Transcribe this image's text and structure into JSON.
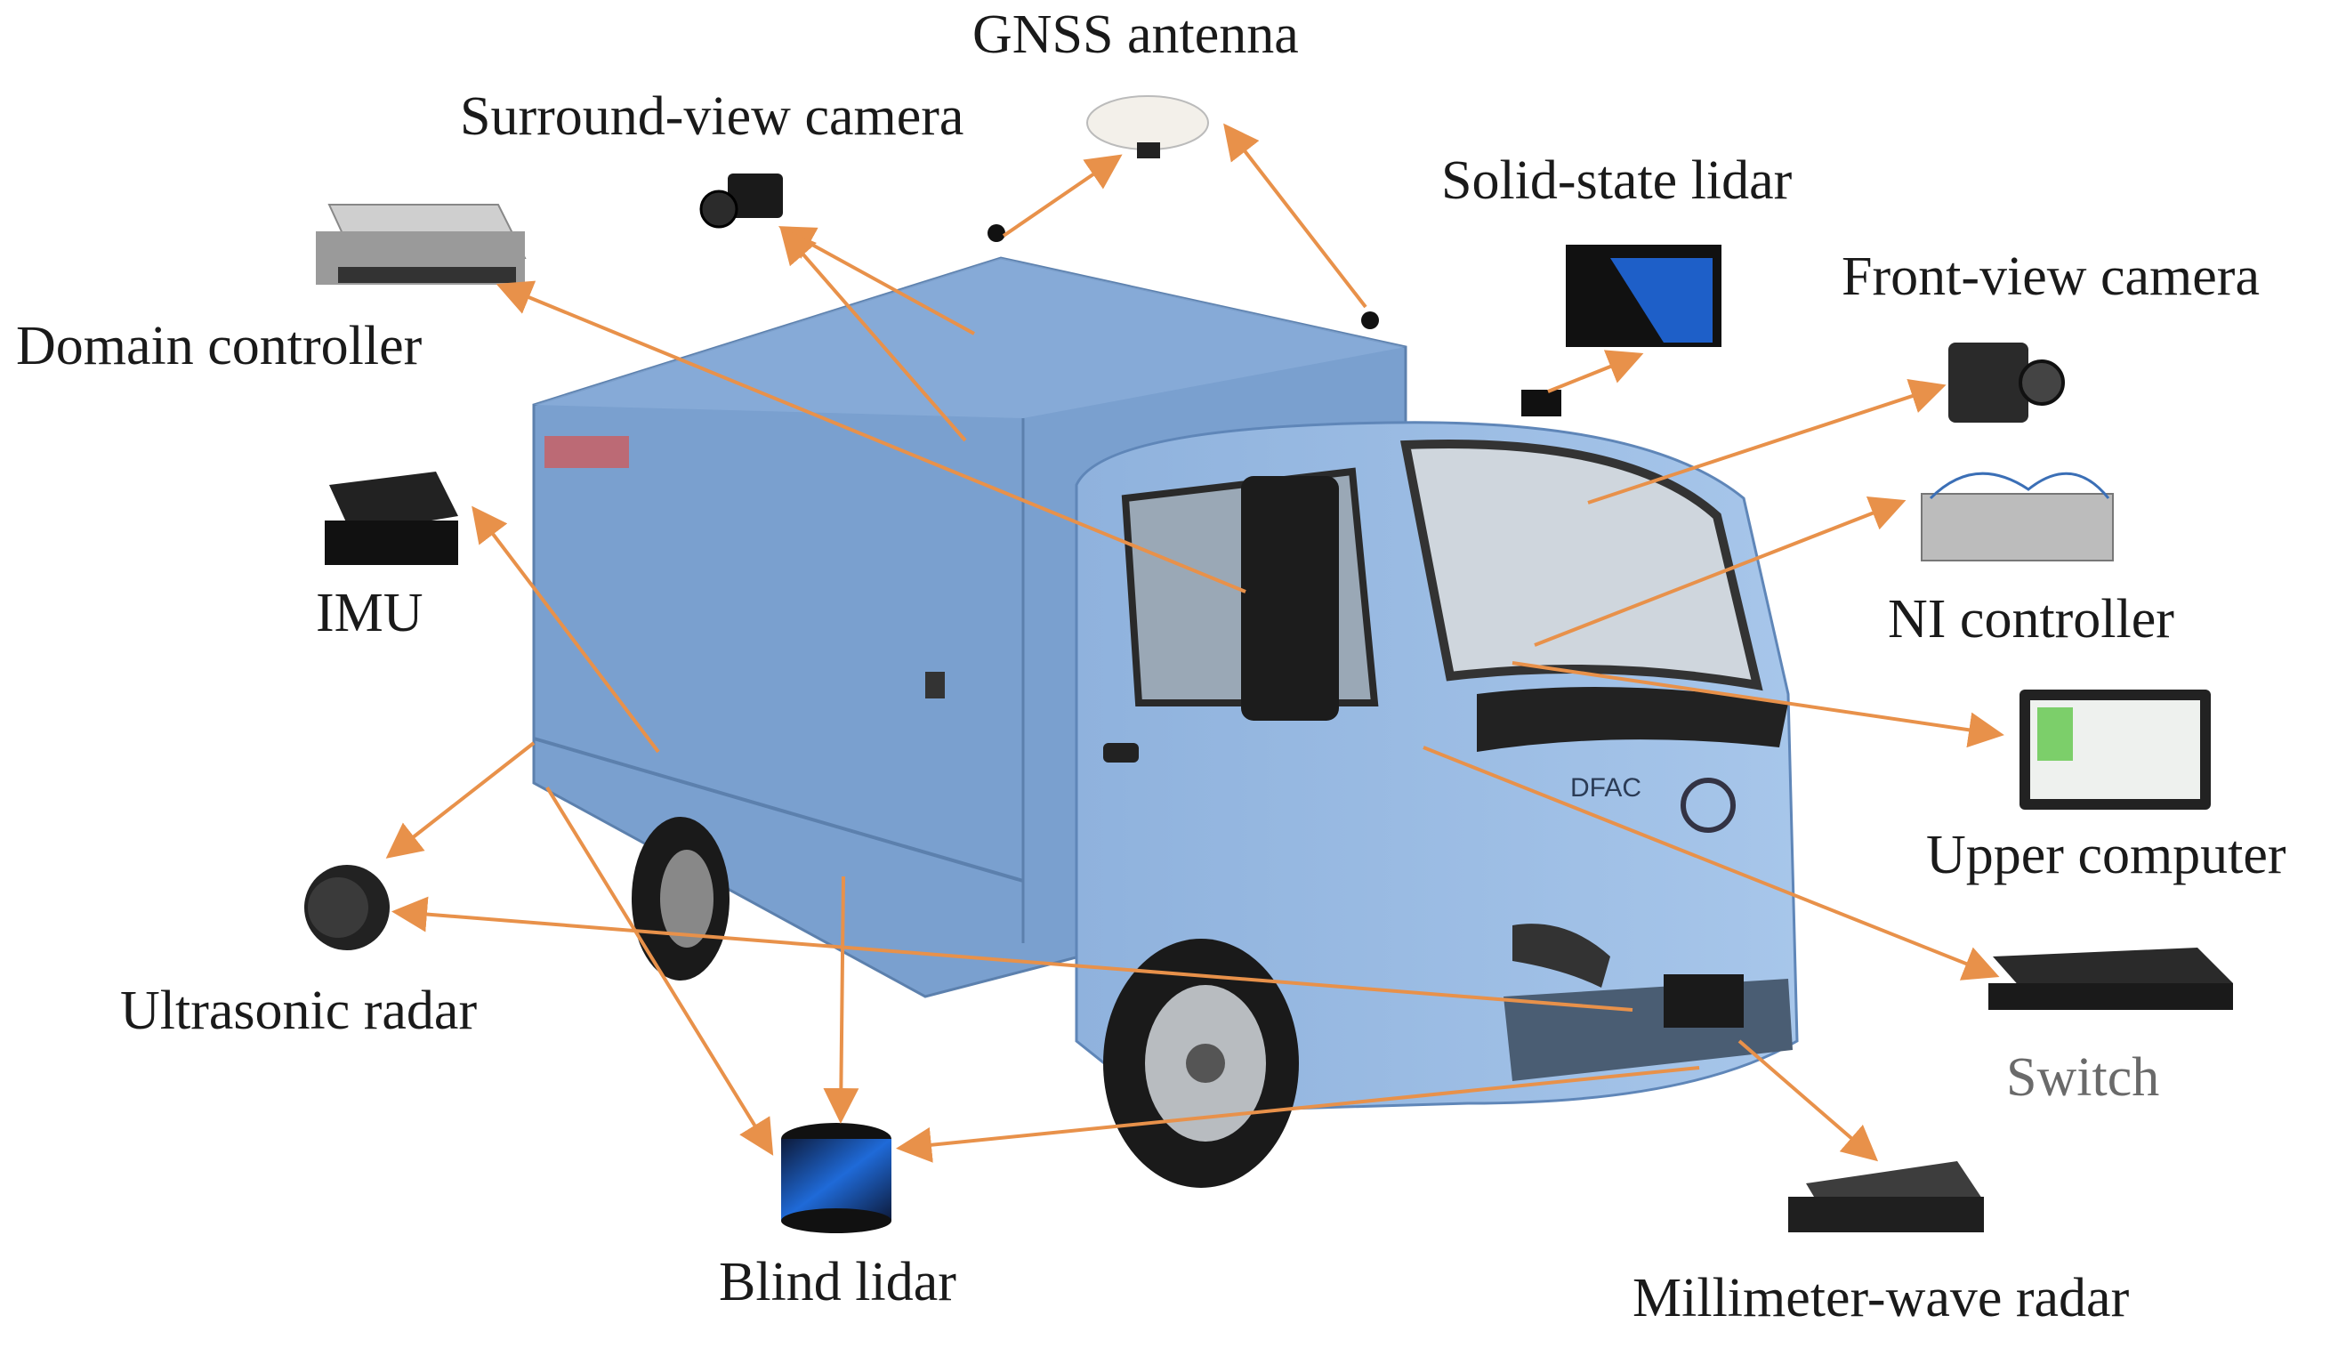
{
  "colors": {
    "arrow": "#e8914a",
    "truck_body": "#7fa3d1",
    "truck_cab": "#9ec0e6",
    "device_dark": "#222222"
  },
  "labels": {
    "gnss_antenna": "GNSS antenna",
    "surround_view_camera": "Surround-view camera",
    "solid_state_lidar": "Solid-state lidar",
    "front_view_camera": "Front-view camera",
    "domain_controller": "Domain controller",
    "imu": "IMU",
    "ni_controller": "NI controller",
    "upper_computer": "Upper computer",
    "ultrasonic_radar": "Ultrasonic radar",
    "switch": "Switch",
    "blind_lidar": "Blind lidar",
    "millimeter_wave_radar": "Millimeter-wave radar"
  },
  "truck_badge": "DFAC"
}
